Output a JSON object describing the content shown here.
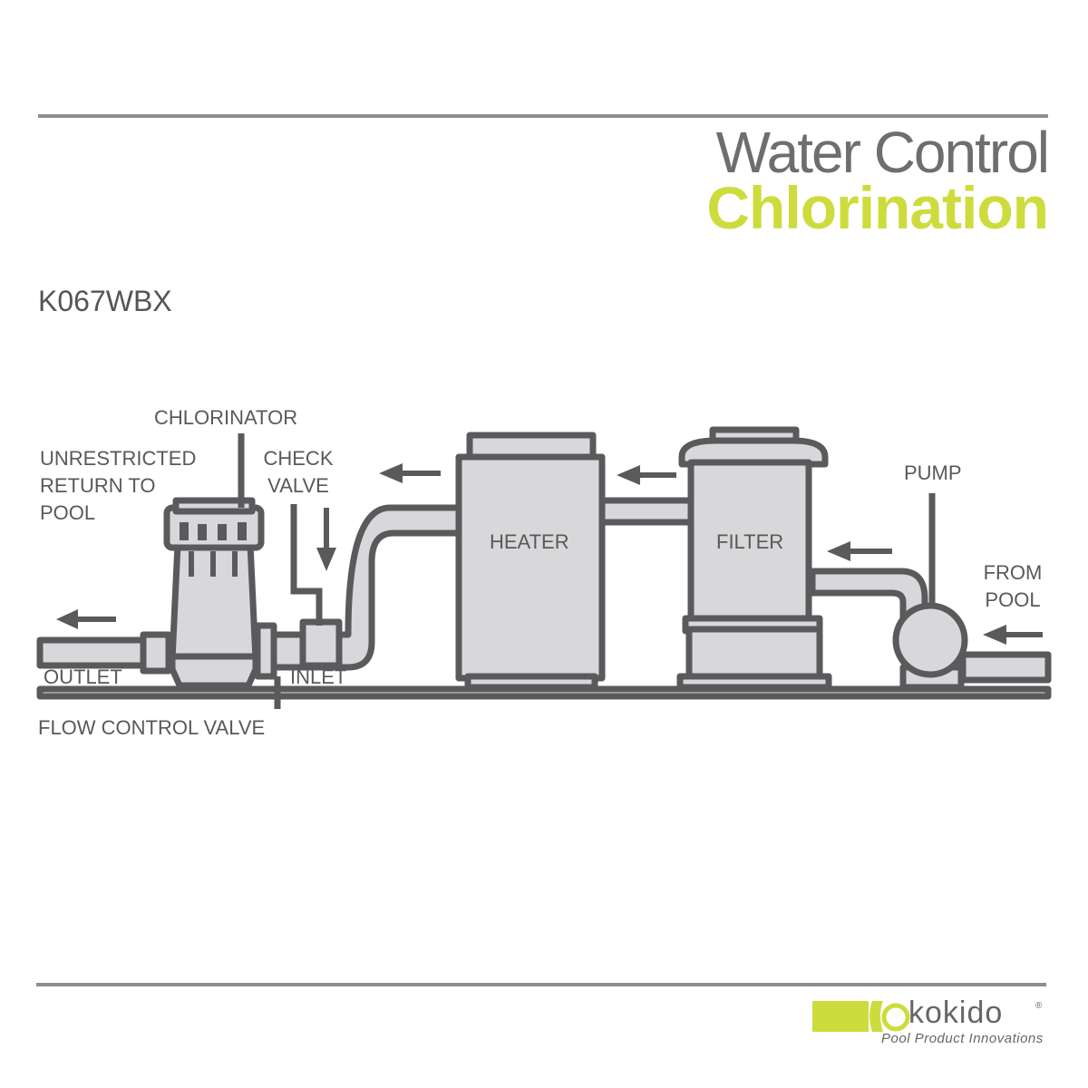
{
  "header": {
    "title_line1": "Water Control",
    "title_line2": "Chlorination",
    "model": "K067WBX"
  },
  "labels": {
    "chlorinator": "CHLORINATOR",
    "unrestricted_return": "UNRESTRICTED\nRETURN TO\nPOOL",
    "check_valve": "CHECK\nVALVE",
    "heater": "HEATER",
    "filter": "FILTER",
    "pump": "PUMP",
    "from_pool": "FROM\nPOOL",
    "outlet": "OUTLET",
    "inlet": "INLET",
    "flow_control_valve": "FLOW CONTROL VALVE"
  },
  "brand": {
    "name": "kokido",
    "registered": "®",
    "tagline": "Pool Product Innovations"
  },
  "colors": {
    "fill": "#d8d8da",
    "stroke": "#595a5c",
    "accent": "#cddc3c",
    "rule": "#8e8e8e"
  }
}
